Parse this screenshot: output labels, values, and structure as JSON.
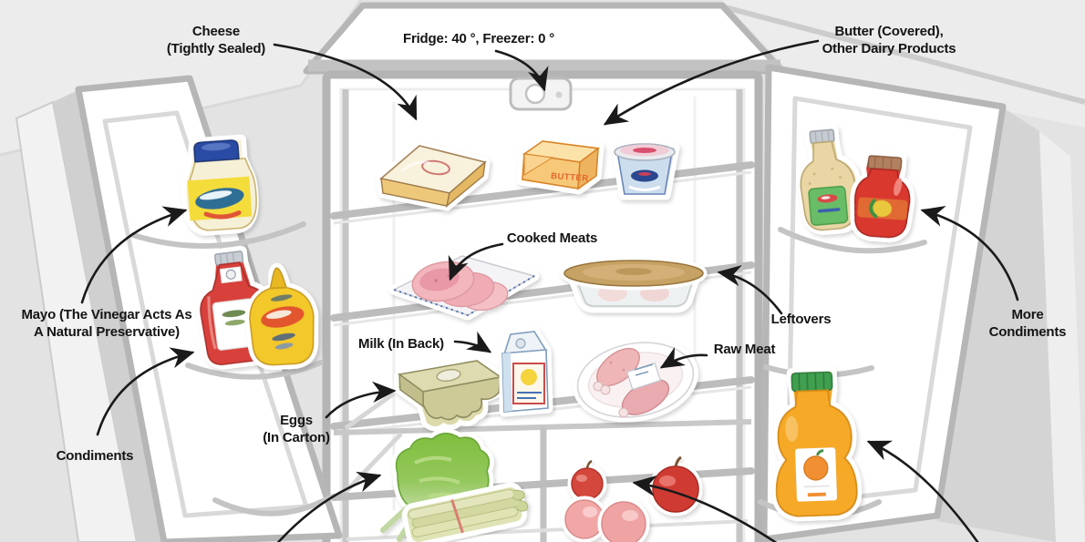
{
  "scene": {
    "title": "Open refrigerator food-storage infographic",
    "colors": {
      "background": "#e3e3e3",
      "fridge_gray": "#b6b6b6",
      "arrow_black": "#1a1a1a",
      "butter_orange": "#f6c878",
      "ketchup_red": "#d8413a",
      "mustard_yellow": "#f3c829",
      "oj_orange": "#f6a928",
      "lettuce_green": "#7fbe3e"
    }
  },
  "labels": {
    "cheese": "Cheese\n(Tightly Sealed)",
    "temperature": "Fridge: 40 °, Freezer: 0 °",
    "butter": "Butter (Covered),\nOther Dairy Products",
    "mayo": "Mayo (The Vinegar Acts As\nA Natural Preservative)",
    "condiments": "Condiments",
    "eggs": "Eggs\n(In Carton)",
    "milk": "Milk (In Back)",
    "cooked_meats": "Cooked Meats",
    "leftovers": "Leftovers",
    "raw_meat": "Raw Meat",
    "more_condiments": "More\nCondiments"
  },
  "illustration": {
    "butter_text": "BUTTER",
    "items": [
      "cheese-wedge",
      "butter-stick",
      "yogurt-cup",
      "cooked-meat-slices",
      "leftovers-container",
      "egg-carton",
      "milk-carton",
      "raw-meat-plate",
      "lettuce",
      "celery",
      "tomatoes",
      "mayo-jar",
      "ketchup-bottle",
      "mustard-bottle",
      "dressing-bottle",
      "sauce-bottle",
      "orange-juice-bottle"
    ]
  }
}
